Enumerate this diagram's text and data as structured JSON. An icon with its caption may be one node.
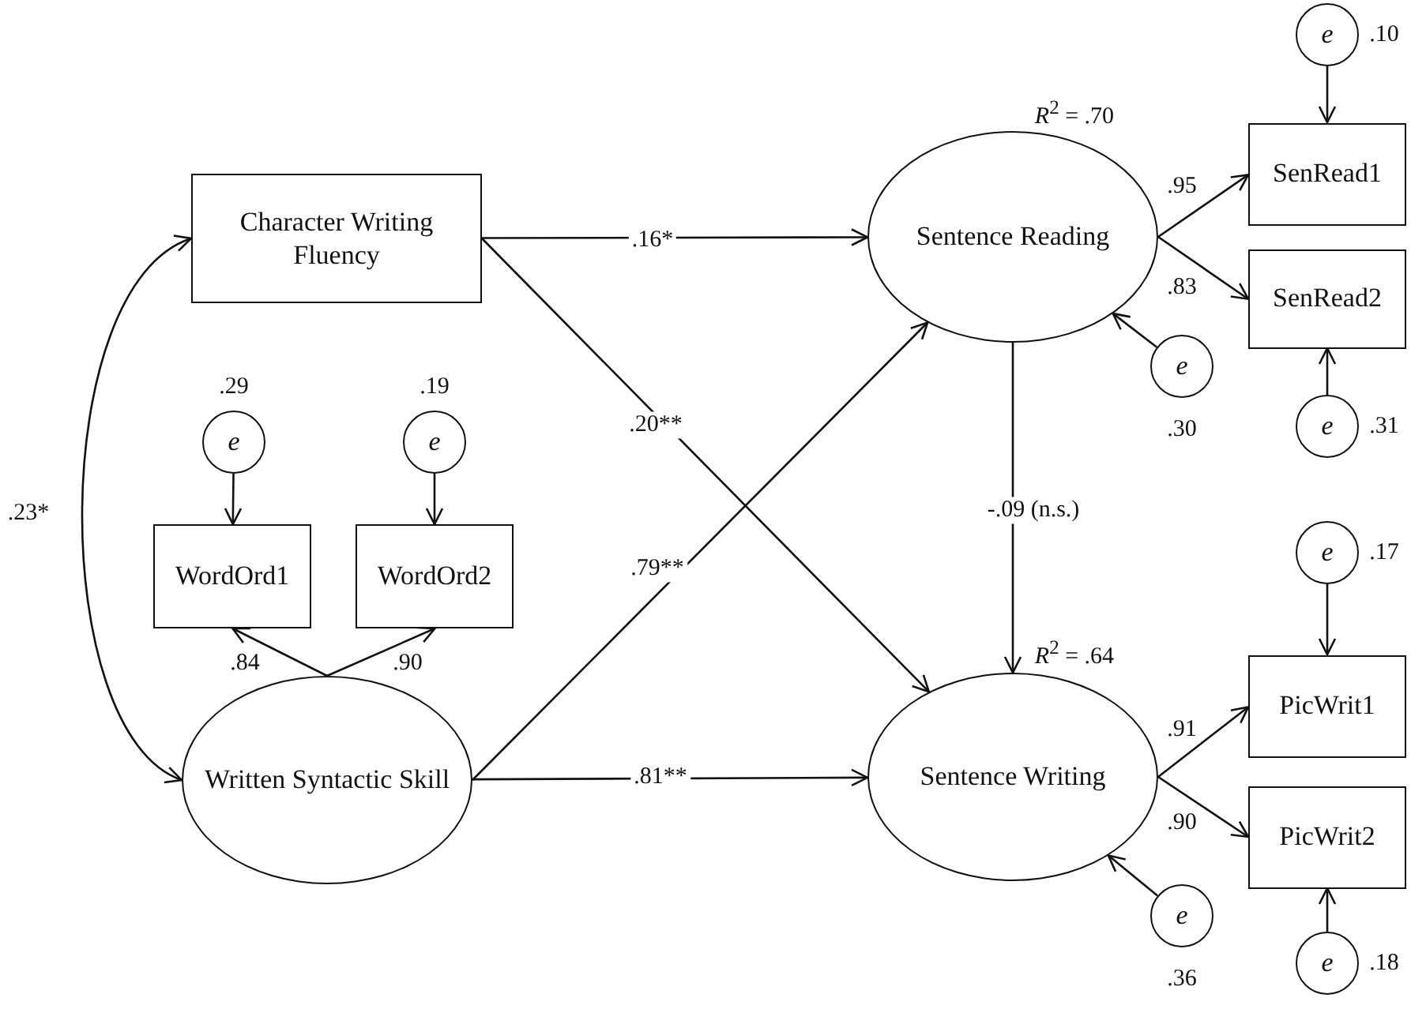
{
  "diagram": {
    "nodes": [
      {
        "text": [
          "Character Writing Fluency"
        ]
      },
      {
        "text": [
          "Sentence Reading"
        ],
        "beside": [
          "*R*$^{2}$ = .70"
        ]
      },
      {
        "text": [
          "SenRead1"
        ]
      },
      {
        "text": [
          "SenRead2"
        ]
      },
      {
        "text": [
          "e"
        ],
        "beside": [
          ".10"
        ]
      },
      {
        "text": [
          "e"
        ],
        "beside": [
          ".30"
        ]
      },
      {
        "text": [
          "e"
        ],
        "beside": [
          ".31"
        ]
      },
      {
        "text": [
          "e"
        ],
        "beside": [
          ".29"
        ]
      },
      {
        "text": [
          "e"
        ],
        "beside": [
          ".19"
        ]
      },
      {
        "text": [
          "WordOrd1"
        ]
      },
      {
        "text": [
          "WordOrd2"
        ]
      },
      {
        "text": [
          "Written Syntactic Skill"
        ]
      },
      {
        "text": [
          "Sentence Writing"
        ],
        "beside": [
          "*R*$^{2}$ = .64"
        ]
      },
      {
        "text": [
          "e"
        ],
        "beside": [
          ".36"
        ]
      },
      {
        "text": [
          "PicWrit1"
        ]
      },
      {
        "text": [
          "PicWrit2"
        ]
      },
      {
        "text": [
          "e"
        ],
        "beside": [
          ".17"
        ]
      },
      {
        "text": [
          "e"
        ],
        "beside": [
          ".18"
        ]
      }
    ],
    "edges": [
      {
        "from": 0,
        "to": 1,
        "arrow": "to",
        "label": ".16*"
      },
      {
        "from": 0,
        "to": 12,
        "arrow": "to",
        "label": ".20**"
      },
      {
        "from": 11,
        "to": 1,
        "arrow": "to",
        "label": ".79**"
      },
      {
        "from": 11,
        "to": 12,
        "arrow": "to",
        "label": ".81**"
      },
      {
        "from": 1,
        "to": 12,
        "arrow": "to",
        "label": "-.09 (n.s.)"
      },
      {
        "from": 0,
        "to": 11,
        "arrow": "both",
        "label": ".23*"
      },
      {
        "from": 11,
        "to": 9,
        "arrow": "to",
        "label": ".84"
      },
      {
        "from": 11,
        "to": 10,
        "arrow": "to",
        "label": ".90"
      },
      {
        "from": 7,
        "to": 9,
        "arrow": "to"
      },
      {
        "from": 8,
        "to": 10,
        "arrow": "to"
      },
      {
        "from": 1,
        "to": 2,
        "arrow": "to",
        "label": ".95"
      },
      {
        "from": 1,
        "to": 3,
        "arrow": "to",
        "label": ".83"
      },
      {
        "from": 4,
        "to": 2,
        "arrow": "to"
      },
      {
        "from": 6,
        "to": 3,
        "arrow": "to"
      },
      {
        "from": 5,
        "to": 1,
        "arrow": "to"
      },
      {
        "from": 12,
        "to": 14,
        "arrow": "to",
        "label": ".91"
      },
      {
        "from": 12,
        "to": 15,
        "arrow": "to",
        "label": ".90"
      },
      {
        "from": 16,
        "to": 14,
        "arrow": "to"
      },
      {
        "from": 17,
        "to": 15,
        "arrow": "to"
      },
      {
        "from": 13,
        "to": 12,
        "arrow": "to"
      }
    ]
  }
}
